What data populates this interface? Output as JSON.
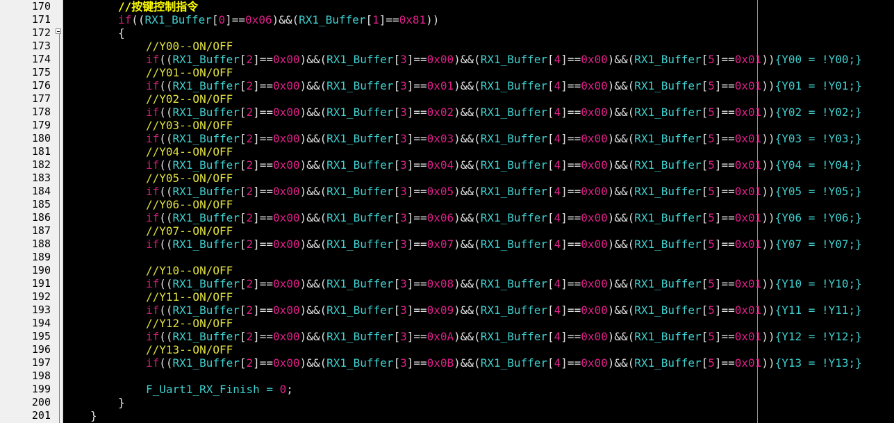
{
  "editor": {
    "lines": [
      {
        "num": "170",
        "indent": 2,
        "tokens": [
          {
            "c": "comment-cn",
            "t": "//按键控制指令"
          }
        ]
      },
      {
        "num": "171",
        "indent": 2,
        "tokens": [
          {
            "c": "kw",
            "t": "if"
          },
          {
            "c": "punc",
            "t": "(("
          },
          {
            "c": "ident",
            "t": "RX1_Buffer"
          },
          {
            "c": "punc",
            "t": "["
          },
          {
            "c": "num",
            "t": "0"
          },
          {
            "c": "punc",
            "t": "]=="
          },
          {
            "c": "num",
            "t": "0x06"
          },
          {
            "c": "punc",
            "t": ")&&("
          },
          {
            "c": "ident",
            "t": "RX1_Buffer"
          },
          {
            "c": "punc",
            "t": "["
          },
          {
            "c": "num",
            "t": "1"
          },
          {
            "c": "punc",
            "t": "]=="
          },
          {
            "c": "num",
            "t": "0x81"
          },
          {
            "c": "punc",
            "t": "))"
          }
        ]
      },
      {
        "num": "172",
        "indent": 2,
        "tokens": [
          {
            "c": "punc",
            "t": "{"
          }
        ]
      },
      {
        "num": "173",
        "indent": 3,
        "tokens": [
          {
            "c": "comment",
            "t": "//Y00--ON/OFF"
          }
        ]
      },
      {
        "num": "174",
        "indent": 3,
        "cmd": {
          "b3": "0x00",
          "y": "Y00"
        }
      },
      {
        "num": "175",
        "indent": 3,
        "tokens": [
          {
            "c": "comment",
            "t": "//Y01--ON/OFF"
          }
        ]
      },
      {
        "num": "176",
        "indent": 3,
        "cmd": {
          "b3": "0x01",
          "y": "Y01"
        }
      },
      {
        "num": "177",
        "indent": 3,
        "tokens": [
          {
            "c": "comment",
            "t": "//Y02--ON/OFF"
          }
        ]
      },
      {
        "num": "178",
        "indent": 3,
        "cmd": {
          "b3": "0x02",
          "y": "Y02"
        }
      },
      {
        "num": "179",
        "indent": 3,
        "tokens": [
          {
            "c": "comment",
            "t": "//Y03--ON/OFF"
          }
        ]
      },
      {
        "num": "180",
        "indent": 3,
        "cmd": {
          "b3": "0x03",
          "y": "Y03"
        }
      },
      {
        "num": "181",
        "indent": 3,
        "tokens": [
          {
            "c": "comment",
            "t": "//Y04--ON/OFF"
          }
        ]
      },
      {
        "num": "182",
        "indent": 3,
        "cmd": {
          "b3": "0x04",
          "y": "Y04"
        }
      },
      {
        "num": "183",
        "indent": 3,
        "tokens": [
          {
            "c": "comment",
            "t": "//Y05--ON/OFF"
          }
        ]
      },
      {
        "num": "184",
        "indent": 3,
        "cmd": {
          "b3": "0x05",
          "y": "Y05"
        }
      },
      {
        "num": "185",
        "indent": 3,
        "tokens": [
          {
            "c": "comment",
            "t": "//Y06--ON/OFF"
          }
        ]
      },
      {
        "num": "186",
        "indent": 3,
        "cmd": {
          "b3": "0x06",
          "y": "Y06"
        }
      },
      {
        "num": "187",
        "indent": 3,
        "tokens": [
          {
            "c": "comment",
            "t": "//Y07--ON/OFF"
          }
        ]
      },
      {
        "num": "188",
        "indent": 3,
        "cmd": {
          "b3": "0x07",
          "y": "Y07"
        }
      },
      {
        "num": "189",
        "indent": 0,
        "tokens": []
      },
      {
        "num": "190",
        "indent": 3,
        "tokens": [
          {
            "c": "comment",
            "t": "//Y10--ON/OFF"
          }
        ]
      },
      {
        "num": "191",
        "indent": 3,
        "cmd": {
          "b3": "0x08",
          "y": "Y10"
        }
      },
      {
        "num": "192",
        "indent": 3,
        "tokens": [
          {
            "c": "comment",
            "t": "//Y11--ON/OFF"
          }
        ]
      },
      {
        "num": "193",
        "indent": 3,
        "cmd": {
          "b3": "0x09",
          "y": "Y11"
        }
      },
      {
        "num": "194",
        "indent": 3,
        "tokens": [
          {
            "c": "comment",
            "t": "//Y12--ON/OFF"
          }
        ]
      },
      {
        "num": "195",
        "indent": 3,
        "cmd": {
          "b3": "0x0A",
          "y": "Y12"
        }
      },
      {
        "num": "196",
        "indent": 3,
        "tokens": [
          {
            "c": "comment",
            "t": "//Y13--ON/OFF"
          }
        ]
      },
      {
        "num": "197",
        "indent": 3,
        "cmd": {
          "b3": "0x0B",
          "y": "Y13"
        }
      },
      {
        "num": "198",
        "indent": 0,
        "tokens": []
      },
      {
        "num": "199",
        "indent": 3,
        "tokens": [
          {
            "c": "text",
            "t": "F_Uart1_RX_Finish = "
          },
          {
            "c": "num",
            "t": "0"
          },
          {
            "c": "punc",
            "t": ";"
          }
        ]
      },
      {
        "num": "200",
        "indent": 2,
        "tokens": [
          {
            "c": "punc",
            "t": "}"
          }
        ]
      },
      {
        "num": "201",
        "indent": 1,
        "tokens": [
          {
            "c": "punc",
            "t": "}"
          }
        ]
      }
    ]
  },
  "colors": {
    "background": "#000000",
    "gutter": "#f0f0f0",
    "comment": "#e0e040",
    "keyword": "#d0207a",
    "identifier": "#40d0d0",
    "number": "#e0208a",
    "margin_line": "#40b0b0"
  }
}
